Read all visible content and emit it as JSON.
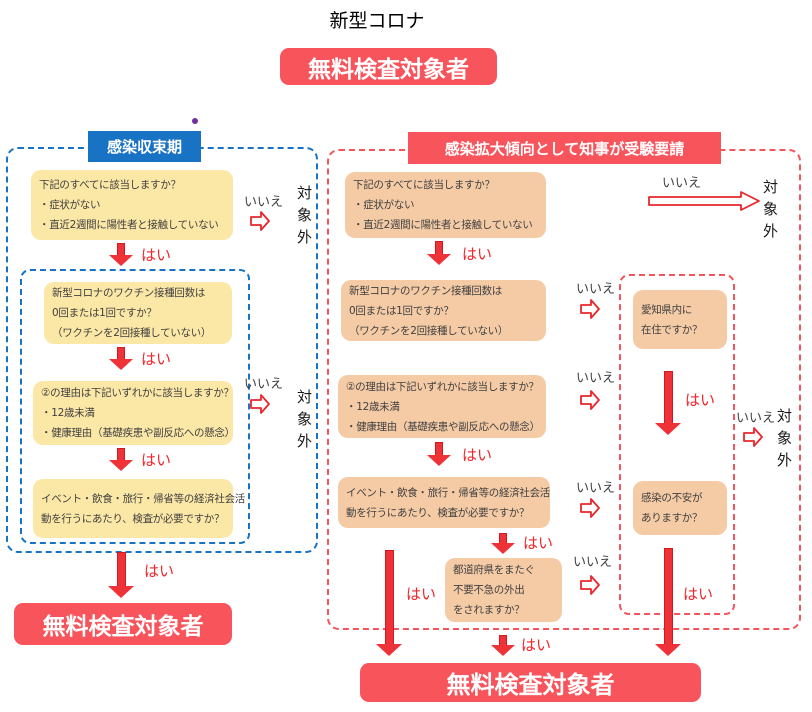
{
  "title": "新型コロナ",
  "top_badge": "無料検査対象者",
  "labels": {
    "yes": "はい",
    "no": "いいえ",
    "excluded": "対象外"
  },
  "colors": {
    "blue": "#1873c4",
    "red": "#f8545c",
    "dash-red": "#f2555c",
    "yellow": "#fce8a6",
    "peach": "#f5cba6",
    "arrow": "#ee3237",
    "yes-red": "#f1252b",
    "text-dark": "#404040",
    "purple": "#7030a0"
  },
  "left": {
    "header": "感染収束期",
    "boxes": [
      {
        "lines": [
          "下記のすべてに該当しますか？",
          "・症状がない",
          "・直近2週間に陽性者と接触していない"
        ]
      },
      {
        "lines": [
          "新型コロナのワクチン接種回数は",
          "0回または1回ですか？",
          "（ワクチンを2回接種していない）"
        ]
      },
      {
        "lines": [
          "②の理由は下記いずれかに該当しますか？",
          "・12歳未満",
          "・健康理由（基礎疾患や副反応への懸念）"
        ]
      },
      {
        "lines": [
          "イベント・飲食・旅行・帰省等の経済社会活",
          "動を行うにあたり、検査が必要ですか？"
        ]
      }
    ],
    "result_badge": "無料検査対象者"
  },
  "right": {
    "header": "感染拡大傾向として知事が受験要請",
    "boxes": [
      {
        "lines": [
          "下記のすべてに該当しますか？",
          "・症状がない",
          "・直近2週間に陽性者と接触していない"
        ]
      },
      {
        "lines": [
          "新型コロナのワクチン接種回数は",
          "0回または1回ですか？",
          "（ワクチンを2回接種していない）"
        ]
      },
      {
        "lines": [
          "②の理由は下記いずれかに該当しますか？",
          "・12歳未満",
          "・健康理由（基礎疾患や副反応への懸念）"
        ]
      },
      {
        "lines": [
          "イベント・飲食・旅行・帰省等の経済社会活",
          "動を行うにあたり、検査が必要ですか？"
        ]
      }
    ],
    "travel_box": {
      "lines": [
        "都道府県をまたぐ",
        "不要不急の外出",
        "をされますか？"
      ]
    },
    "residence_box": {
      "lines": [
        "愛知県内に",
        "在住ですか？"
      ]
    },
    "anxiety_box": {
      "lines": [
        "感染の不安が",
        "ありますか？"
      ]
    },
    "result_badge": "無料検査対象者"
  }
}
